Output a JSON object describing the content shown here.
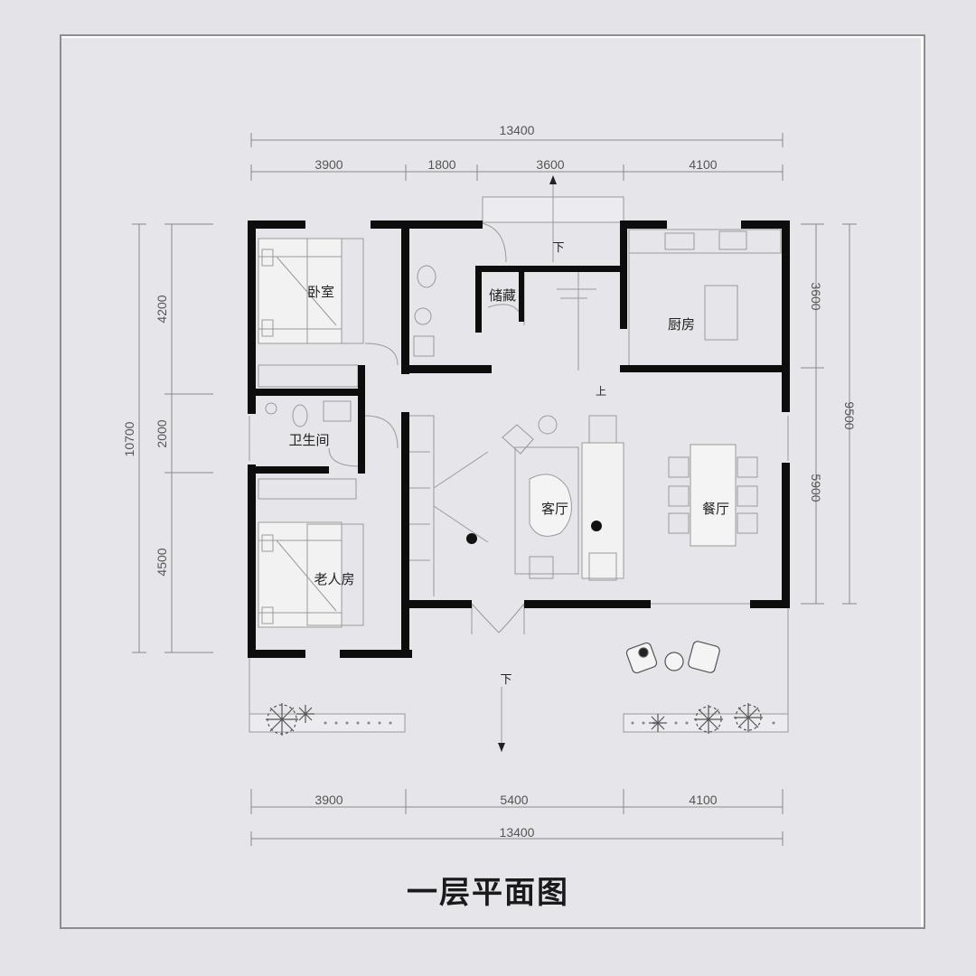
{
  "title": "一层平面图",
  "dimensions": {
    "top_total": "13400",
    "top_segments": [
      "3900",
      "1800",
      "3600",
      "4100"
    ],
    "bottom_segments": [
      "3900",
      "5400",
      "4100"
    ],
    "bottom_total": "13400",
    "left_total": "10700",
    "left_segments": [
      "4200",
      "2000",
      "4500"
    ],
    "right_total": "9500",
    "right_segments": [
      "3600",
      "5900"
    ]
  },
  "rooms": {
    "bedroom": "卧室",
    "storage": "储藏",
    "kitchen": "厨房",
    "bathroom": "卫生间",
    "living_room": "客厅",
    "dining_room": "餐厅",
    "elder_room": "老人房"
  },
  "stair_marks": {
    "entrance_down": "下",
    "stair_up": "上",
    "terrace_down": "下"
  }
}
